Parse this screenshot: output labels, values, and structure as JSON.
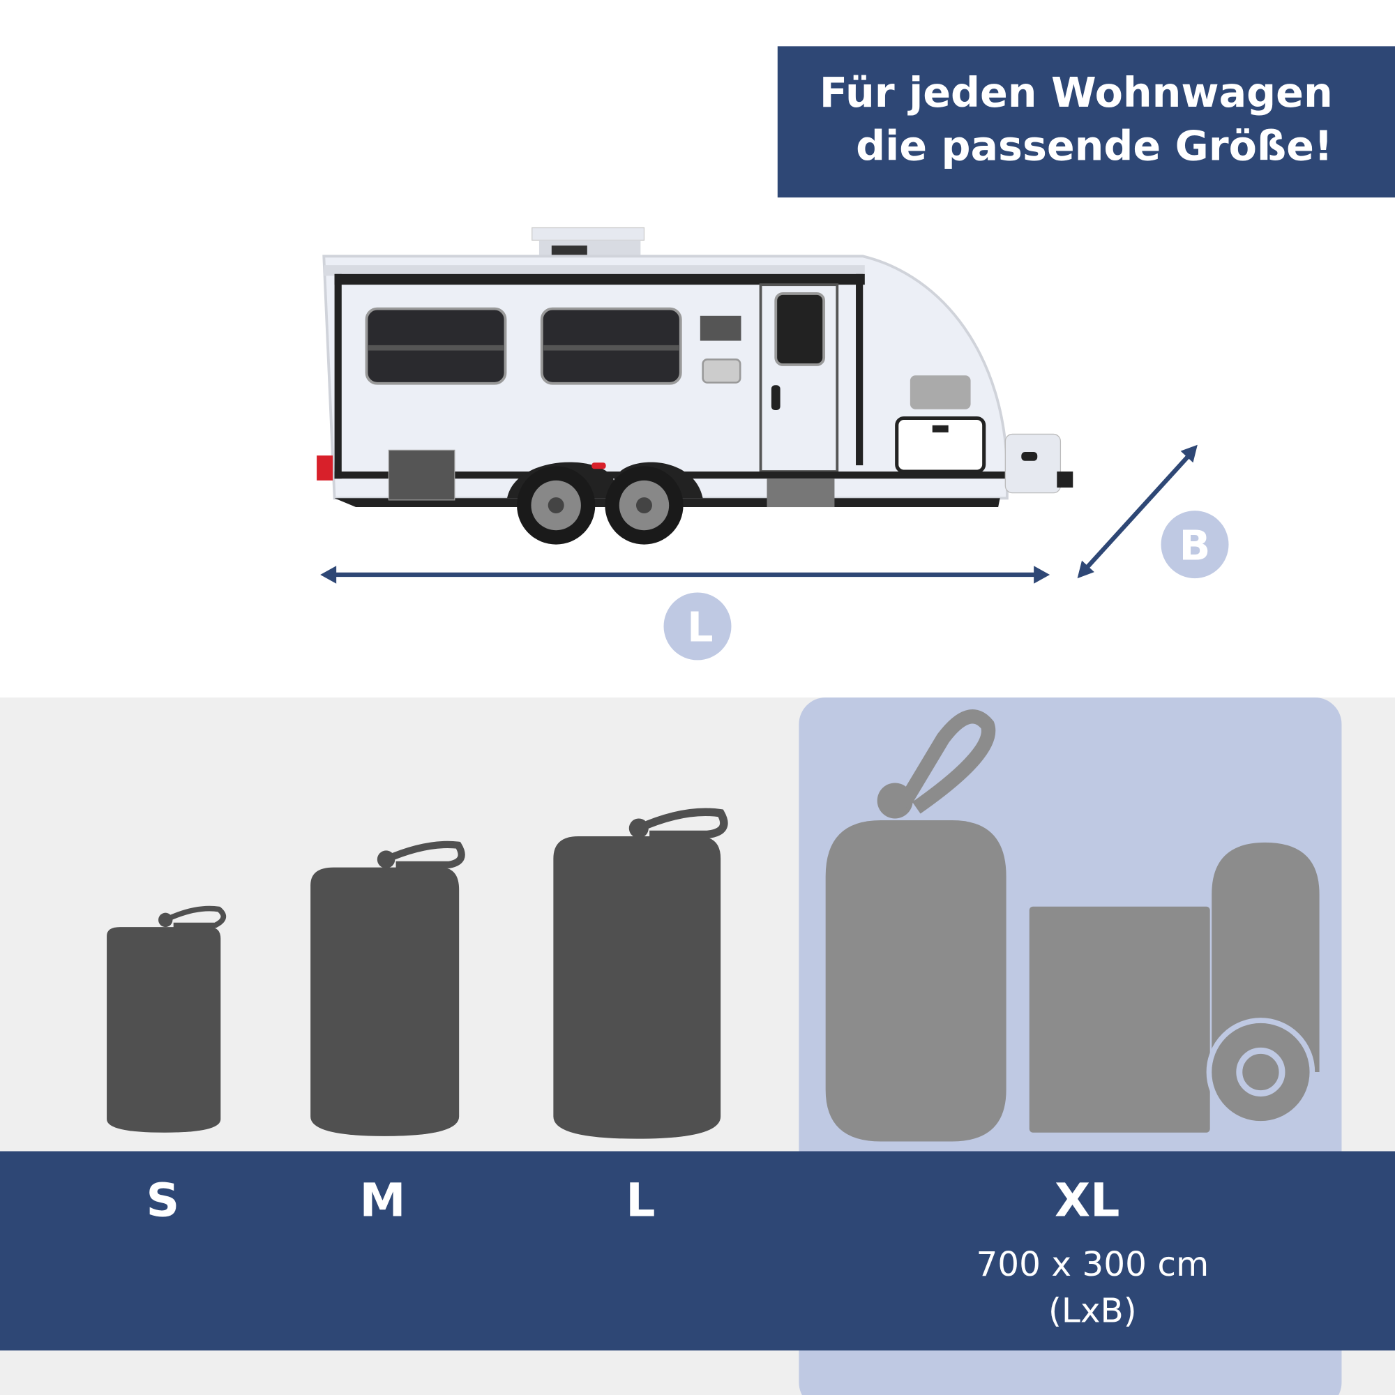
{
  "header": {
    "line1": "Für jeden Wohnwagen",
    "line2": "die passende Größe!"
  },
  "dimensions": {
    "length_label": "L",
    "width_label": "B"
  },
  "sizes": [
    {
      "label": "S"
    },
    {
      "label": "M"
    },
    {
      "label": "L"
    },
    {
      "label": "XL",
      "dimensions": "700 x 300 cm",
      "note": "(LxB)",
      "highlighted": true
    }
  ],
  "colors": {
    "navy": "#2e4775",
    "highlight": "#bfc9e3",
    "band": "#efefef",
    "bag_dark": "#505050",
    "bag_light": "#8c8c8c"
  }
}
